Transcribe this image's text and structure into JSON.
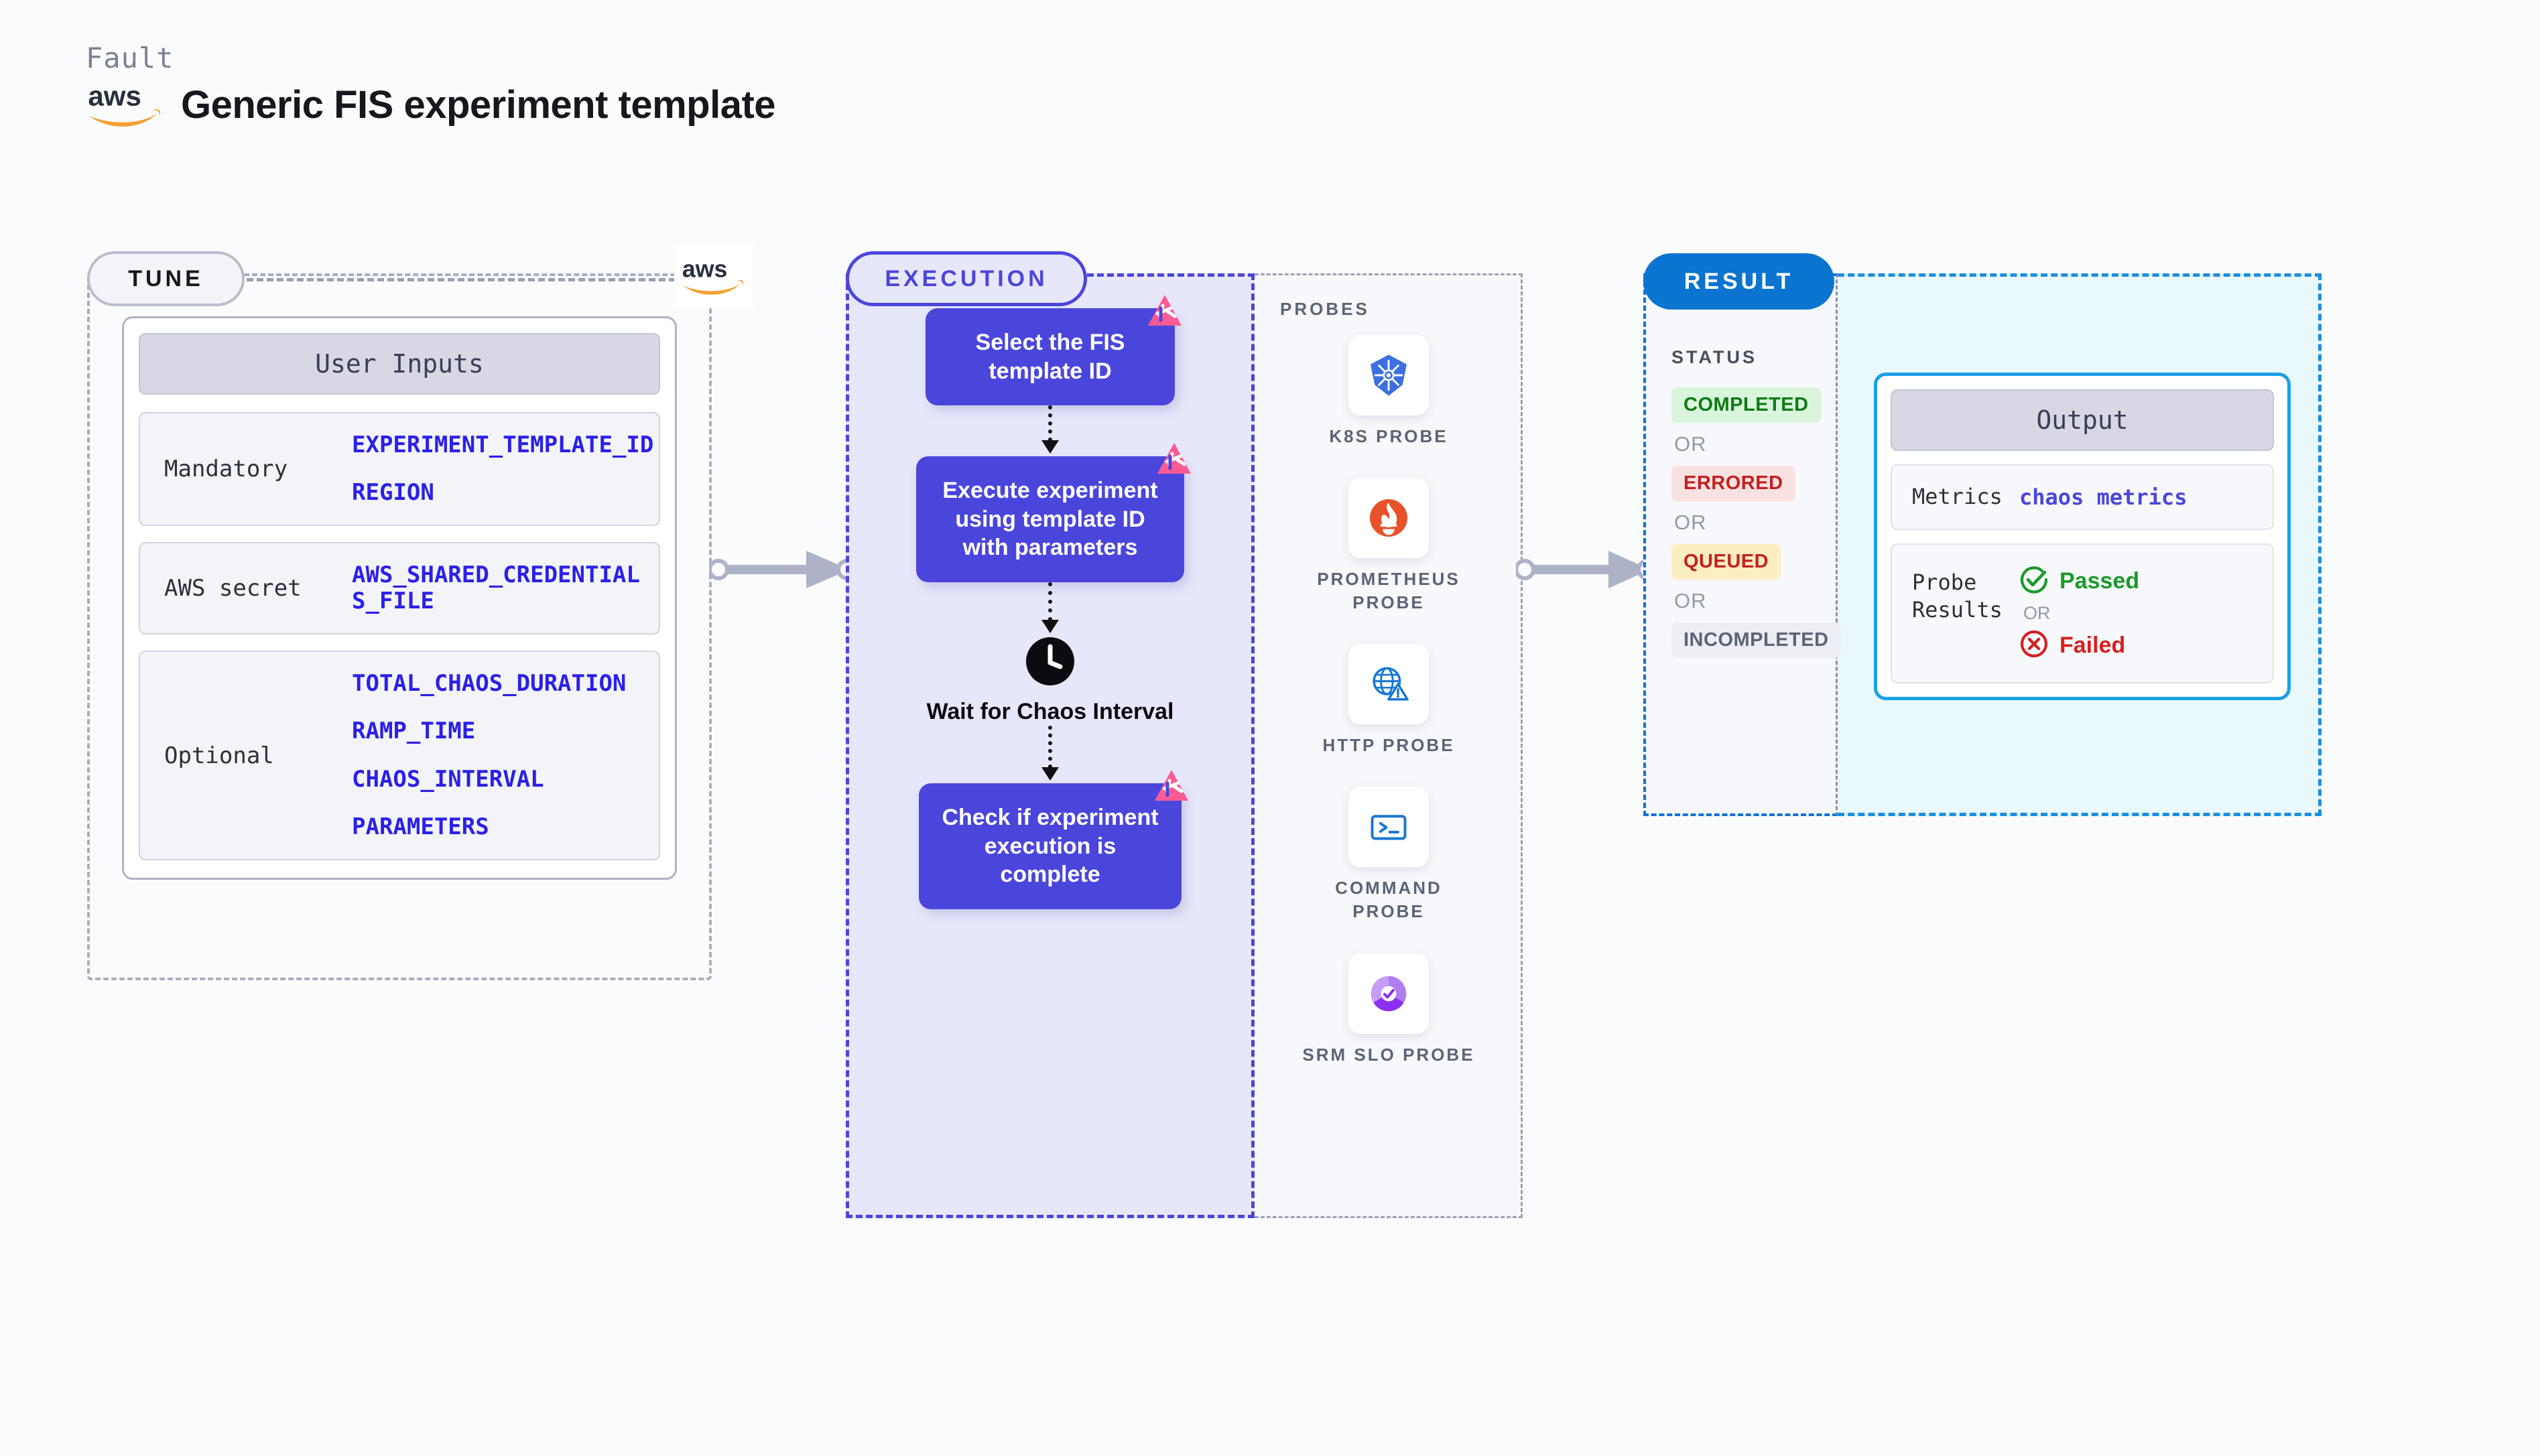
{
  "header": {
    "eyebrow": "Fault",
    "title": "Generic FIS experiment template",
    "logo": "aws-logo"
  },
  "tune": {
    "pill_label": "TUNE",
    "card_title": "User Inputs",
    "rows": [
      {
        "label": "Mandatory",
        "values": [
          "EXPERIMENT_TEMPLATE_ID",
          "REGION"
        ]
      },
      {
        "label": "AWS secret",
        "values": [
          "AWS_SHARED_CREDENTIALS_FILE"
        ]
      },
      {
        "label": "Optional",
        "values": [
          "TOTAL_CHAOS_DURATION",
          "RAMP_TIME",
          "CHAOS_INTERVAL",
          "PARAMETERS"
        ]
      }
    ]
  },
  "execution": {
    "pill_label": "EXECUTION",
    "steps": [
      {
        "type": "box",
        "label": "Select the FIS template ID",
        "badge": "litmus-icon"
      },
      {
        "type": "box",
        "label": "Execute experiment using template ID with parameters",
        "badge": "litmus-icon"
      },
      {
        "type": "clock",
        "label": "Wait for Chaos Interval",
        "icon": "clock-icon"
      },
      {
        "type": "box",
        "label": "Check if experiment execution is complete",
        "badge": "litmus-icon"
      }
    ]
  },
  "probes": {
    "title": "PROBES",
    "items": [
      {
        "label": "K8S PROBE",
        "icon": "kubernetes-icon"
      },
      {
        "label": "PROMETHEUS PROBE",
        "icon": "prometheus-icon"
      },
      {
        "label": "HTTP PROBE",
        "icon": "http-globe-icon"
      },
      {
        "label": "COMMAND PROBE",
        "icon": "terminal-icon"
      },
      {
        "label": "SRM SLO PROBE",
        "icon": "srm-slo-icon"
      }
    ]
  },
  "result": {
    "pill_label": "RESULT",
    "status_title": "STATUS",
    "or_label": "OR",
    "statuses": [
      {
        "label": "COMPLETED",
        "style": "b-completed"
      },
      {
        "label": "ERRORED",
        "style": "b-errored"
      },
      {
        "label": "QUEUED",
        "style": "b-queued"
      },
      {
        "label": "INCOMPLETED",
        "style": "b-incompl"
      }
    ],
    "output": {
      "title": "Output",
      "metrics_label": "Metrics",
      "metrics_value": "chaos metrics",
      "probe_results_label": "Probe Results",
      "passed_label": "Passed",
      "failed_label": "Failed",
      "or_label": "OR"
    }
  },
  "colors": {
    "page_bg": "#fafbfc",
    "accent_purple": "#4a46dc",
    "exec_bg": "#e7e7fb",
    "result_blue": "#0a74d0",
    "output_cyan": "#19a0e8",
    "output_bg": "#e9f8fd",
    "litmus_pink": "#fb5b93",
    "param_blue": "#2b20e8",
    "status_green": "#0f7a16",
    "status_red": "#c42020",
    "aws_orange": "#f5a033"
  }
}
